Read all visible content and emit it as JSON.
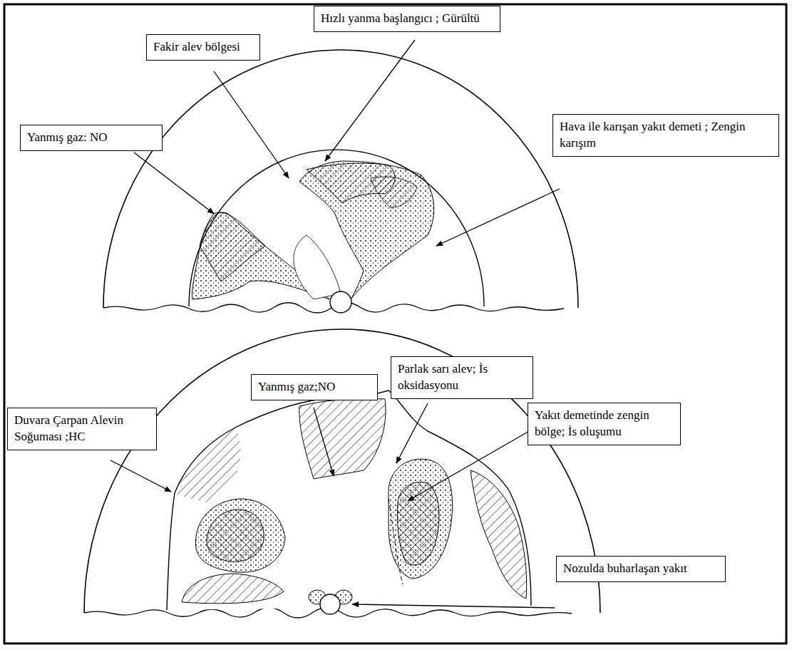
{
  "diagram": {
    "nodes": [
      {
        "text": [
          "Fakir alev bölgesi"
        ]
      },
      {
        "text": [
          "Hızlı yanma başlangıcı ; Gürültü"
        ]
      },
      {
        "text": [
          "Yanmış gaz: NO"
        ]
      },
      {
        "text": [
          "Hava ile karışan yakıt demeti ; Zengin karışım"
        ]
      },
      {
        "text": [
          "Yanmış gaz;NO"
        ]
      },
      {
        "text": [
          "Parlak sarı alev; İs oksidasyonu"
        ]
      },
      {
        "text": [
          "Duvara Çarpan Alevin Soğuması ;HC"
        ]
      },
      {
        "text": [
          "Yakıt demetinde zengin bölge; İs oluşumu"
        ]
      },
      {
        "text": [
          "Nozulda buharlaşan yakıt"
        ]
      }
    ]
  }
}
